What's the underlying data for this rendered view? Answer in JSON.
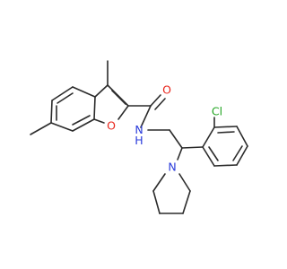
{
  "molecule": {
    "atom_labels": {
      "oxygen_carbonyl": "O",
      "oxygen_furan": "O",
      "amide_nh": "N\nH",
      "pyrrolidine_n": "N",
      "chlorine": "Cl"
    }
  },
  "colors": {
    "bond": "#2b2b2b",
    "oxygen": "#e8261c",
    "nitrogen": "#2a3bdb",
    "chlorine": "#22a522"
  }
}
